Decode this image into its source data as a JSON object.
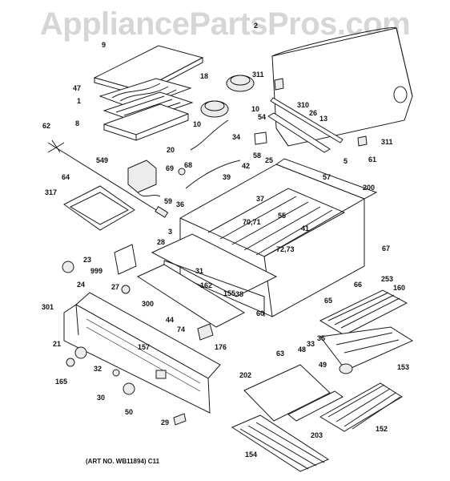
{
  "watermark": "AppliancePartsPros.com",
  "art_number": "(ART NO. WB11894) C11",
  "callouts": [
    "2",
    "9",
    "47",
    "1",
    "8",
    "18",
    "311",
    "10",
    "310",
    "26",
    "13",
    "54",
    "34",
    "58",
    "25",
    "5",
    "61",
    "62",
    "20",
    "549",
    "69",
    "68",
    "39",
    "42",
    "57",
    "200",
    "10",
    "317",
    "64",
    "37",
    "55",
    "59",
    "36",
    "70,71",
    "41",
    "3",
    "28",
    "67",
    "23",
    "999",
    "31",
    "162",
    "72,73",
    "24",
    "253",
    "66",
    "160",
    "27",
    "155",
    "38",
    "65",
    "301",
    "300",
    "60",
    "74",
    "44",
    "176",
    "63",
    "48",
    "33",
    "35",
    "21",
    "157",
    "153",
    "49",
    "32",
    "165",
    "30",
    "50",
    "202",
    "29",
    "152",
    "203",
    "154",
    "311"
  ]
}
